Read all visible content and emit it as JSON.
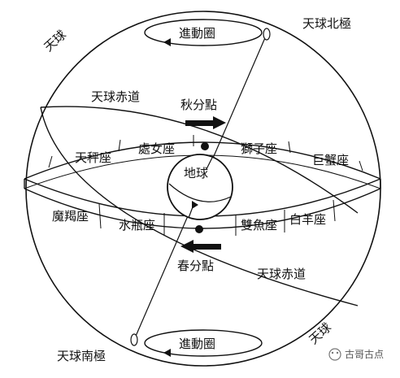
{
  "labels": {
    "celestial_sphere_top": "天球",
    "celestial_sphere_bottom": "天球",
    "north_pole": "天球北極",
    "south_pole": "天球南極",
    "equator_top": "天球赤道",
    "equator_bottom": "天球赤道",
    "precession_top": "進動圈",
    "precession_bottom": "進動圈",
    "autumn_equinox": "秋分點",
    "spring_equinox": "春分點",
    "earth": "地球"
  },
  "zodiac_back": [
    "天秤座",
    "處女座",
    "獅子座",
    "巨蟹座"
  ],
  "zodiac_front": [
    "魔羯座",
    "水瓶座",
    "雙魚座",
    "白羊座"
  ],
  "watermark": "古哥古点"
}
